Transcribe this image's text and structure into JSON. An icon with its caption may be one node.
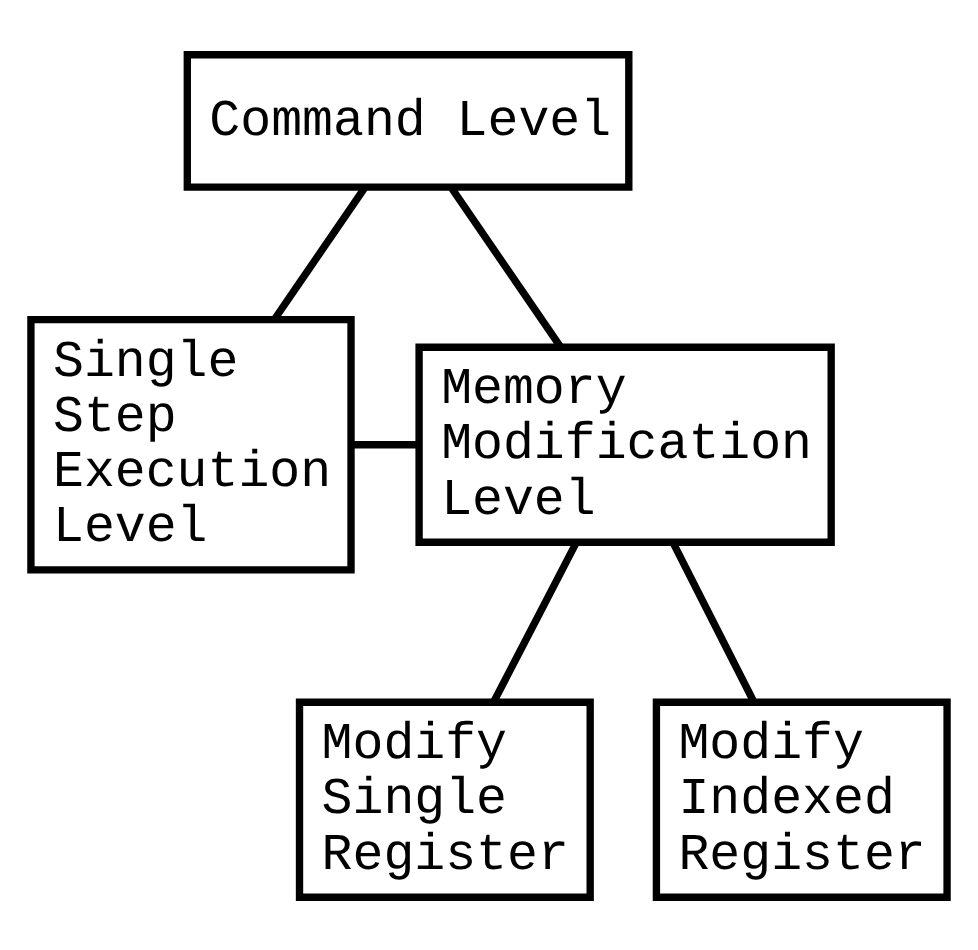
{
  "diagram": {
    "nodes": [
      {
        "text": [
          "Command Level"
        ]
      },
      {
        "text": [
          "Single Step Execution Level"
        ]
      },
      {
        "text": [
          "Memory Modification Level"
        ]
      },
      {
        "text": [
          "Modify Single Register"
        ]
      },
      {
        "text": [
          "Modify Indexed Register"
        ]
      }
    ],
    "edges": [
      {
        "from": 0,
        "to": 1,
        "arrow": "none"
      },
      {
        "from": 0,
        "to": 2,
        "arrow": "none"
      },
      {
        "from": 1,
        "to": 2,
        "arrow": "none"
      },
      {
        "from": 2,
        "to": 3,
        "arrow": "none"
      },
      {
        "from": 2,
        "to": 4,
        "arrow": "none"
      }
    ]
  }
}
